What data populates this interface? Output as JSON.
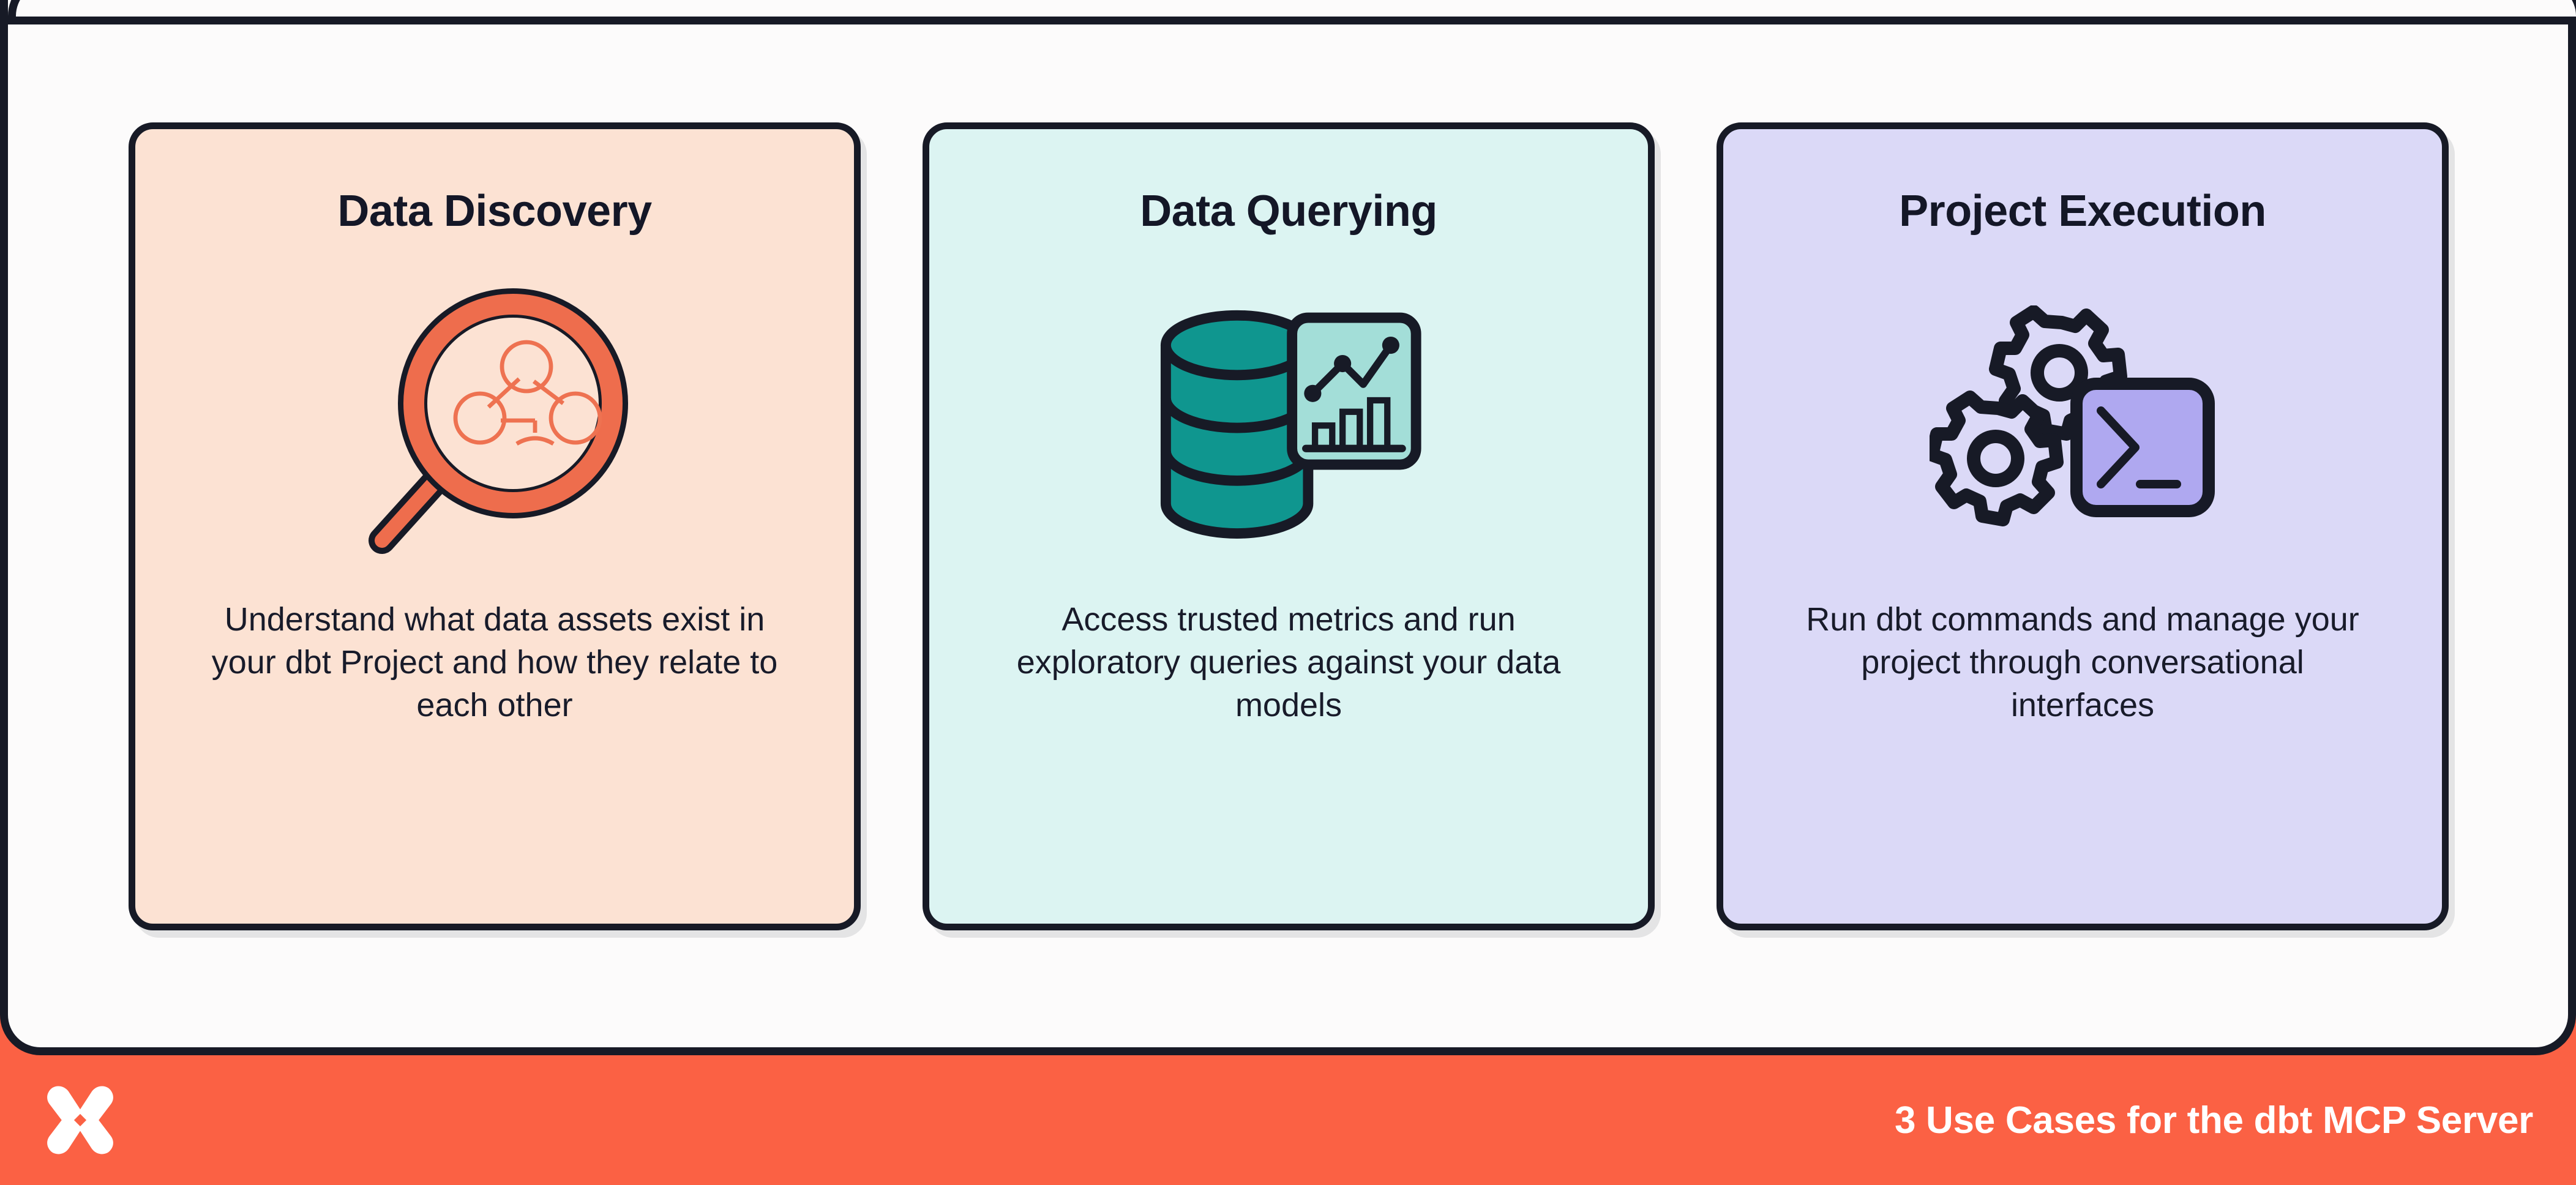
{
  "footer": {
    "tagline": "3 Use Cases for the dbt MCP Server",
    "logo_icon": "dbt-logo-icon",
    "background_color": "#FB6144",
    "text_color": "#FFFFFF"
  },
  "frame": {
    "background_color": "#FCFBFB",
    "border_color": "#171A26"
  },
  "cards": [
    {
      "title": "Data Discovery",
      "body": "Understand what data assets exist in your dbt Project and how they relate to each other",
      "icon": "magnifying-glass-lineage-icon",
      "background_color": "#FCE2D3",
      "accent_color": "#EE6D4D",
      "border_color": "#171A26"
    },
    {
      "title": "Data Querying",
      "body": "Access trusted metrics and run exploratory queries against your data models",
      "icon": "database-chart-icon",
      "background_color": "#DCF4F2",
      "accent_color": "#0F968F",
      "border_color": "#171A26"
    },
    {
      "title": "Project Execution",
      "body": "Run dbt commands and manage your project through conversational interfaces",
      "icon": "gears-terminal-icon",
      "background_color": "#DBD9F7",
      "accent_color": "#A9A4F0",
      "border_color": "#171A26"
    }
  ]
}
